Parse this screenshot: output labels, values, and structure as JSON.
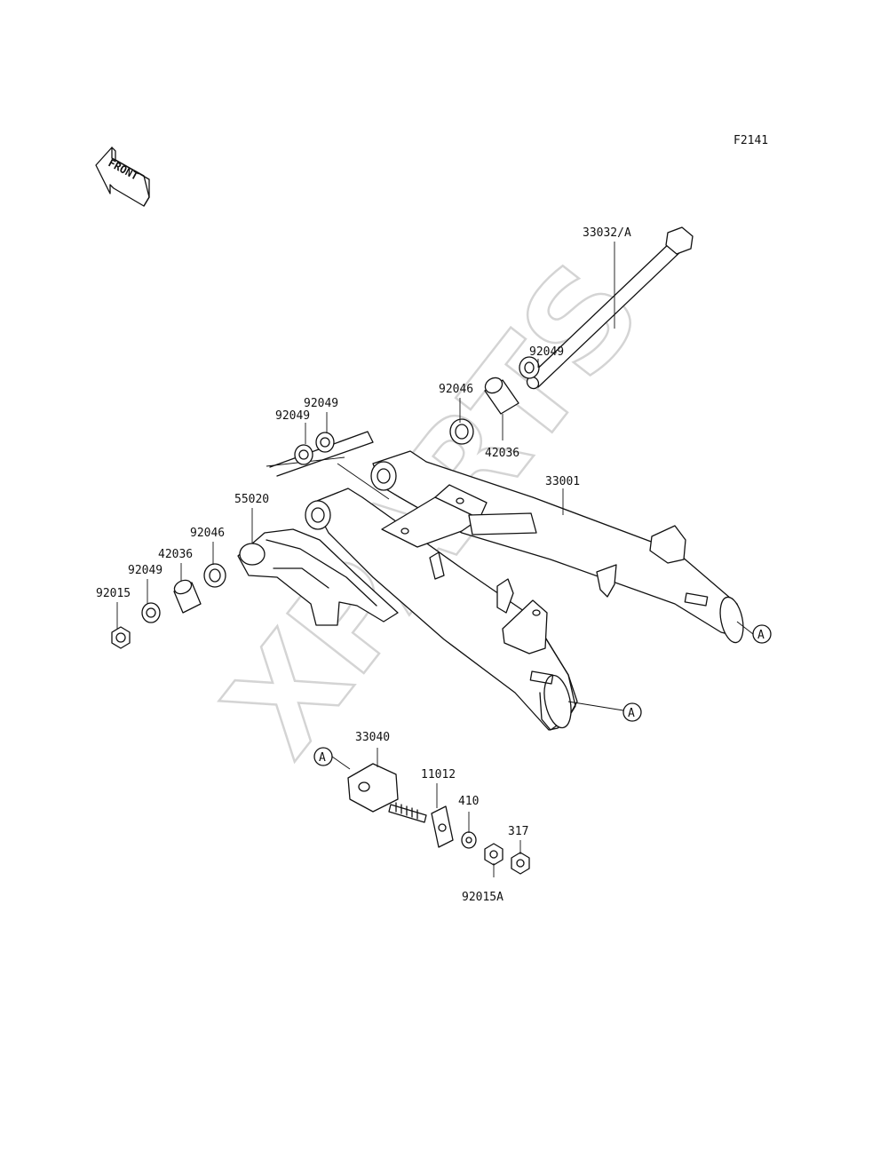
{
  "figure_code": "F2141",
  "front_label": "FRONT",
  "watermark_text": "XPARTS",
  "ref_marker": "A",
  "parts": {
    "pivot_shaft": "33032/A",
    "swingarm": "33001",
    "chain_guide": "55020",
    "chain_adjuster": "33040",
    "adjuster_plate": "11012",
    "washer": "410",
    "lock_nut": "317",
    "adjuster_nut": "92015A",
    "pivot_nut": "92015",
    "spacer_right": "42036",
    "spacer_left": "42036",
    "needle_bearing_right": "92046",
    "needle_bearing_left": "92046",
    "seal_right": "92049",
    "seal_upper_a": "92049",
    "seal_upper_b": "92049",
    "seal_left": "92049"
  }
}
